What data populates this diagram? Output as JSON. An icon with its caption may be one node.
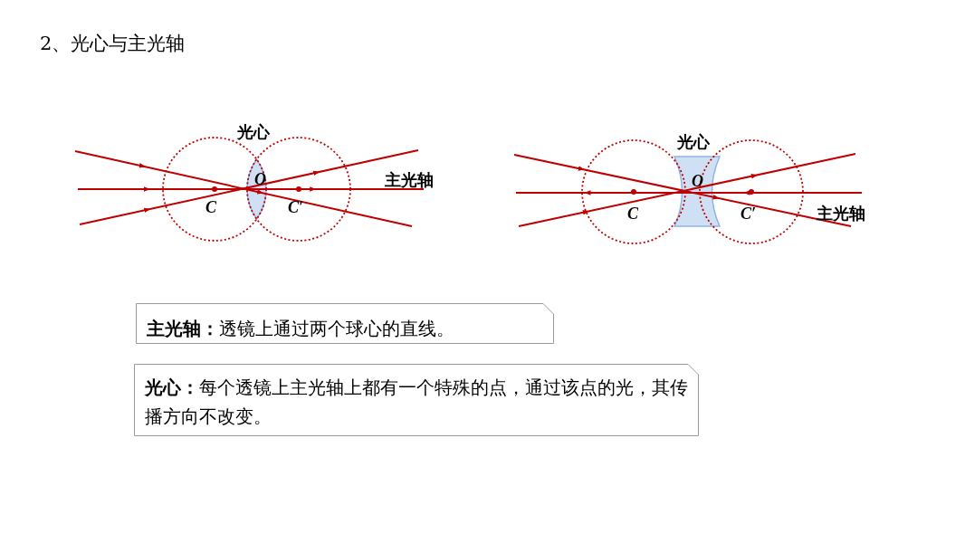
{
  "diagram": {
    "title": "2、光心与主光轴",
    "nodes": [
      {
        "text": [
          "**主光轴：**透镜上通过两个球心的直线。"
        ]
      },
      {
        "text": [
          "**光心：**每个透镜上主光轴上都有一个特殊的点，通过该点的光，其传播方向不改变。"
        ]
      }
    ],
    "labels": [
      "光心",
      "O",
      "主光轴",
      "C",
      "C′",
      "光心",
      "O",
      "C",
      "C′",
      "主光轴"
    ]
  }
}
